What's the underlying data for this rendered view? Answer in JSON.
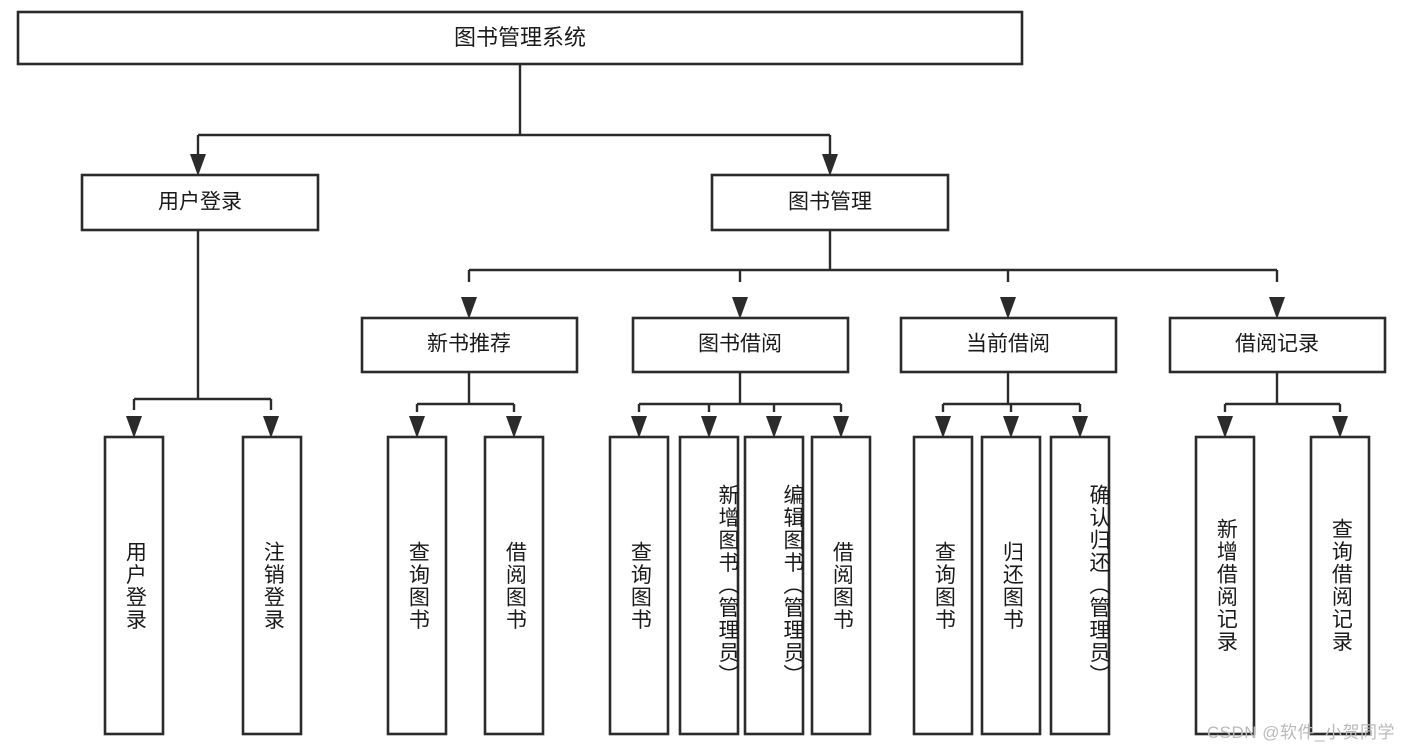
{
  "diagram": {
    "type": "tree",
    "orientation": "top-down",
    "title": "图书管理系统",
    "colors": {
      "background": "#ffffff",
      "box_stroke": "#2b2b2b",
      "box_fill": "#ffffff",
      "text": "#1a1a1a",
      "watermark": "#b9b9b9"
    },
    "root": {
      "label": "图书管理系统"
    },
    "level2": [
      {
        "label": "用户登录"
      },
      {
        "label": "图书管理"
      }
    ],
    "level3": [
      {
        "label": "新书推荐"
      },
      {
        "label": "图书借阅"
      },
      {
        "label": "当前借阅"
      },
      {
        "label": "借阅记录"
      }
    ],
    "leaves": {
      "user_login": [
        {
          "label": "用户登录"
        },
        {
          "label": "注销登录"
        }
      ],
      "new_book_recommend": [
        {
          "label": "查询图书"
        },
        {
          "label": "借阅图书"
        }
      ],
      "book_borrow": [
        {
          "label": "查询图书"
        },
        {
          "label": "新增图书（管理员）"
        },
        {
          "label": "编辑图书（管理员）"
        },
        {
          "label": "借阅图书"
        }
      ],
      "current_borrow": [
        {
          "label": "查询图书"
        },
        {
          "label": "归还图书"
        },
        {
          "label": "确认归还（管理员）"
        }
      ],
      "borrow_record": [
        {
          "label": "新增借阅记录"
        },
        {
          "label": "查询借阅记录"
        }
      ]
    }
  },
  "watermark": {
    "text": "CSDN @软件_小贺同学"
  }
}
